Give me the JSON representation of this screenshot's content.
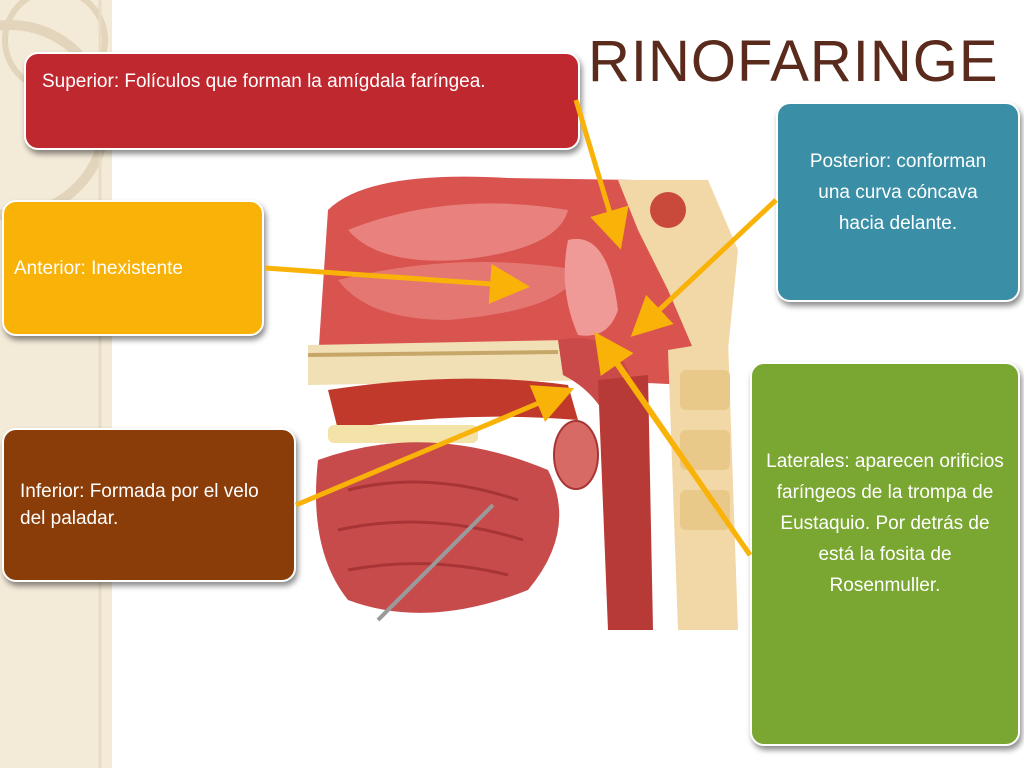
{
  "title": "RINOFARINGE",
  "labels": {
    "superior": "Superior: Folículos que forman la amígdala faríngea.",
    "anterior": "Anterior: Inexistente",
    "inferior": "Inferior: Formada por el velo del paladar.",
    "posterior": "Posterior: conforman una curva cóncava hacia delante.",
    "laterales": "Laterales: aparecen orificios faríngeos de la trompa de Eustaquio. Por detrás de está la fosita de Rosenmuller."
  },
  "colors": {
    "superior_box": "#c0282f",
    "anterior_box": "#f9b208",
    "inferior_box": "#8a3d08",
    "posterior_box": "#3a8ea6",
    "laterales_box": "#7aa632",
    "arrow": "#f9b208",
    "title": "#5a2a1c"
  }
}
